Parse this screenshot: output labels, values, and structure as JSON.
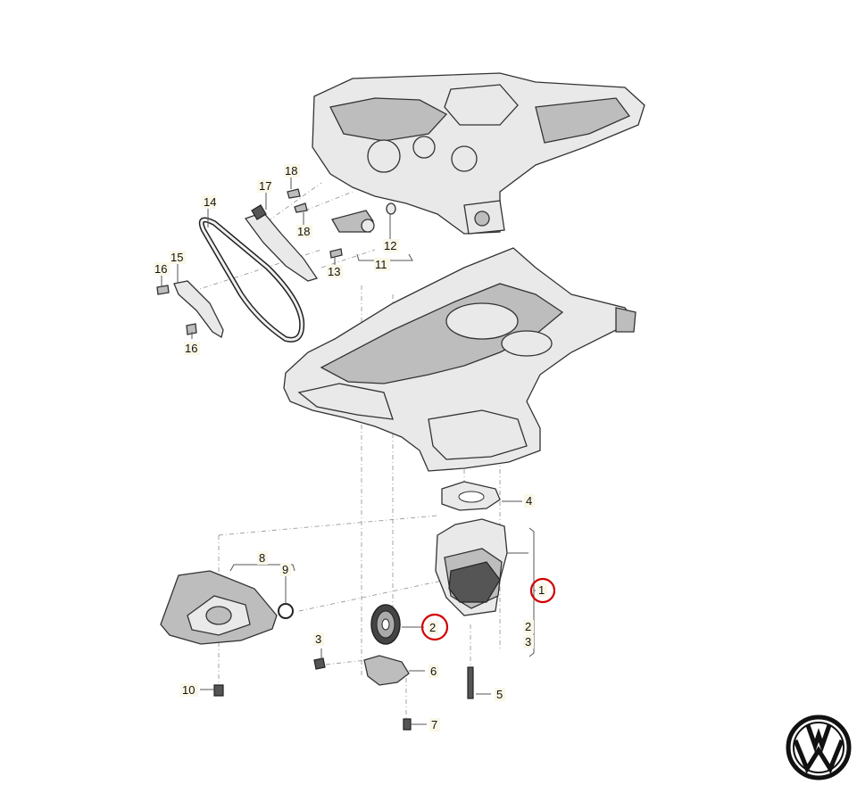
{
  "labels": {
    "l1": "1",
    "l2": "2",
    "l2b": "2",
    "l3": "3",
    "l3b": "3",
    "l4": "4",
    "l5": "5",
    "l6": "6",
    "l7": "7",
    "l8": "8",
    "l9": "9",
    "l10": "10",
    "l11": "11",
    "l12": "12",
    "l13": "13",
    "l14": "14",
    "l15": "15",
    "l16a": "16",
    "l16b": "16",
    "l17": "17",
    "l18a": "18",
    "l18b": "18"
  },
  "highlighted_labels": [
    "1",
    "2"
  ],
  "colors": {
    "highlight": "#d10000",
    "label_background": "#fbf7e6"
  },
  "logo": {
    "icon": "vw-logo-icon",
    "text": "VW"
  }
}
